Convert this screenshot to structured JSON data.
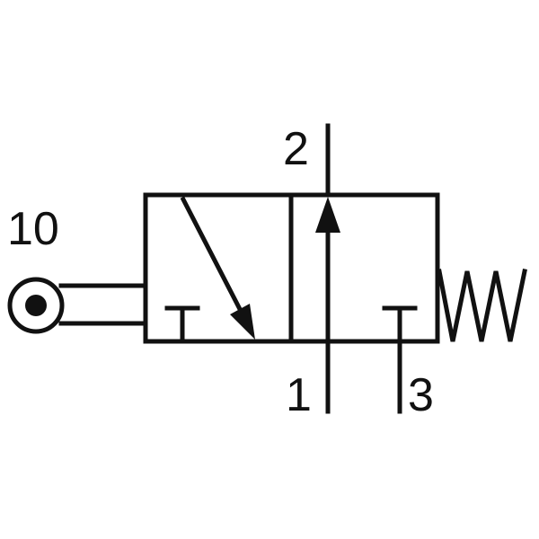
{
  "colors": {
    "line": "#111111",
    "background": "#ffffff"
  },
  "symbol": {
    "ports": {
      "supply": "1",
      "outlet": "2",
      "exhaust": "3",
      "actuator": "10"
    },
    "icons": [
      "roller-actuator-icon",
      "spring-return-icon",
      "flow-arrow-icon",
      "blocked-port-icon"
    ]
  }
}
